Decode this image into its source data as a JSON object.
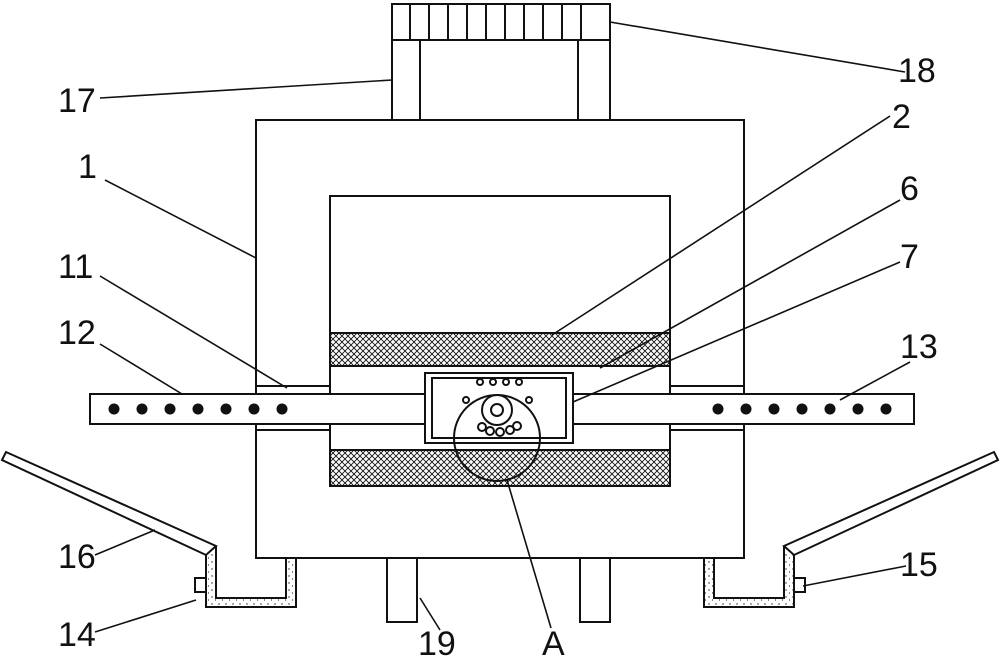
{
  "diagram": {
    "colors": {
      "stroke": "#111111",
      "background": "#ffffff",
      "hatch": "#111111"
    },
    "labels": {
      "l1": "1",
      "l2": "2",
      "l6": "6",
      "l7": "7",
      "l11": "11",
      "l12": "12",
      "l13": "13",
      "l14": "14",
      "l15": "15",
      "l16": "16",
      "l17": "17",
      "l18": "18",
      "l19": "19",
      "lA": "A"
    }
  }
}
